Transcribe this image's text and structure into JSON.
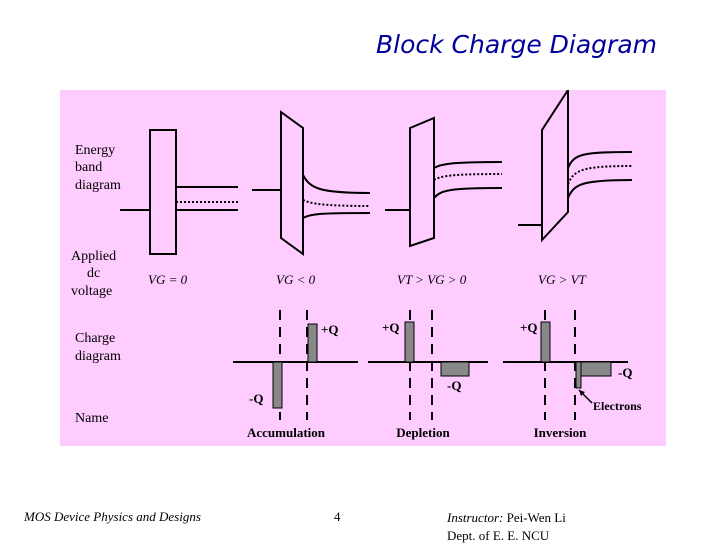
{
  "slide": {
    "title": "Block Charge Diagram",
    "footer_left": "MOS Device Physics and Designs",
    "page_number": "4",
    "instructor_label": "Instructor:",
    "instructor_name": "Pei-Wen Li",
    "department": "Dept. of E. E. NCU"
  },
  "figure": {
    "background": "#ffccff",
    "row_labels": {
      "energy_band": [
        "Energy",
        "band",
        "diagram"
      ],
      "applied_voltage": [
        "Applied",
        "dc",
        "voltage"
      ],
      "charge": [
        "Charge",
        "diagram"
      ],
      "name": "Name"
    },
    "voltage_labels": [
      "VG = 0",
      "VG < 0",
      "VT > VG > 0",
      "VG > VT"
    ],
    "modes": [
      "Accumulation",
      "Depletion",
      "Inversion"
    ],
    "charge_labels": {
      "accumulation_pos": "+Q",
      "accumulation_neg": "-Q",
      "depletion_pos": "+Q",
      "depletion_neg": "-Q",
      "inversion_pos": "+Q",
      "inversion_neg": "-Q",
      "electrons": "Electrons"
    }
  }
}
